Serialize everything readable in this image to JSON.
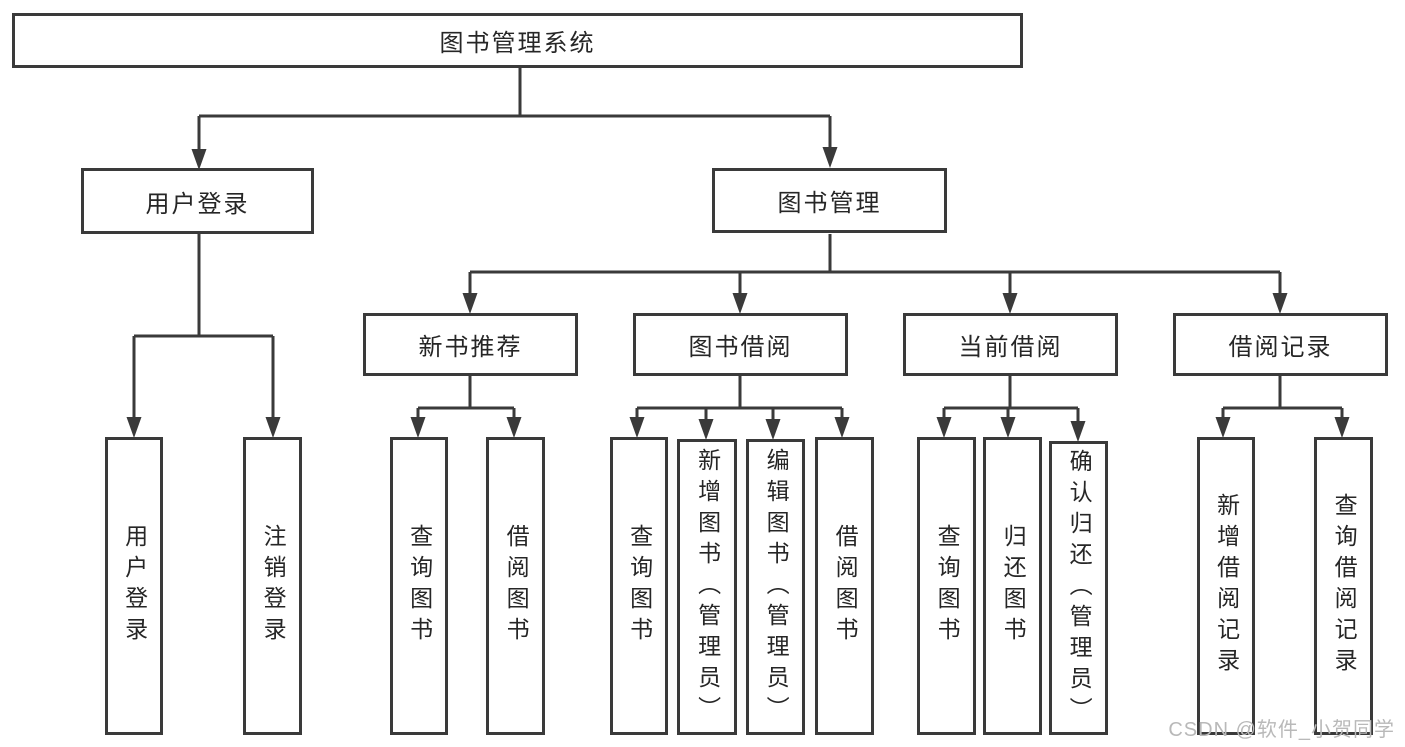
{
  "colors": {
    "line": "#3a3a3a",
    "text": "#262626",
    "watermark": "#b9b9b9",
    "background": "#ffffff"
  },
  "watermark": {
    "text": "CSDN @软件_小贺同学"
  },
  "tree": {
    "root": {
      "label": "图书管理系统",
      "children": [
        {
          "label": "用户登录",
          "children": [
            {
              "label": "用户登录"
            },
            {
              "label": "注销登录"
            }
          ]
        },
        {
          "label": "图书管理",
          "children": [
            {
              "label": "新书推荐",
              "children": [
                {
                  "label": "查询图书"
                },
                {
                  "label": "借阅图书"
                }
              ]
            },
            {
              "label": "图书借阅",
              "children": [
                {
                  "label": "查询图书"
                },
                {
                  "label": "新增图书（管理员）"
                },
                {
                  "label": "编辑图书（管理员）"
                },
                {
                  "label": "借阅图书"
                }
              ]
            },
            {
              "label": "当前借阅",
              "children": [
                {
                  "label": "查询图书"
                },
                {
                  "label": "归还图书"
                },
                {
                  "label": "确认归还（管理员）"
                }
              ]
            },
            {
              "label": "借阅记录",
              "children": [
                {
                  "label": "新增借阅记录"
                },
                {
                  "label": "查询借阅记录"
                }
              ]
            }
          ]
        }
      ]
    }
  }
}
